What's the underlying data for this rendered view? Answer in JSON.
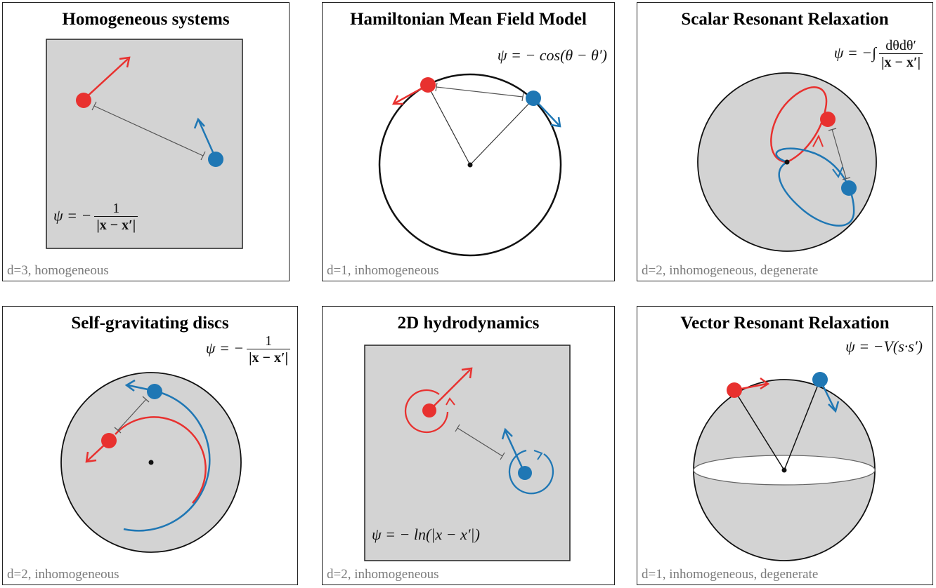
{
  "colors": {
    "red": "#e8312f",
    "blue": "#1f77b4",
    "gray_fill": "#d3d3d3",
    "line": "#111111"
  },
  "panels": [
    {
      "title": "Homogeneous systems",
      "formula": {
        "lhs": "ψ = −",
        "num": "1",
        "den": "|x − x′|"
      },
      "caption": "d=3, homogeneous"
    },
    {
      "title": "Hamiltonian Mean Field Model",
      "formula": {
        "text": "ψ = − cos(θ − θ′)"
      },
      "caption": "d=1, inhomogeneous"
    },
    {
      "title": "Scalar Resonant Relaxation",
      "formula": {
        "lhs": "ψ = −∫",
        "num": "dθdθ′",
        "den": "|x − x′|"
      },
      "caption": "d=2, inhomogeneous, degenerate"
    },
    {
      "title": "Self-gravitating discs",
      "formula": {
        "lhs": "ψ = −",
        "num": "1",
        "den": "|x − x′|"
      },
      "caption": "d=2, inhomogeneous"
    },
    {
      "title": "2D hydrodynamics",
      "formula": {
        "text": "ψ = − ln(|x − x′|)"
      },
      "caption": "d=2, inhomogeneous"
    },
    {
      "title": "Vector Resonant Relaxation",
      "formula": {
        "text": "ψ = −V(s·s′)"
      },
      "caption": "d=1, inhomogeneous, degenerate"
    }
  ]
}
